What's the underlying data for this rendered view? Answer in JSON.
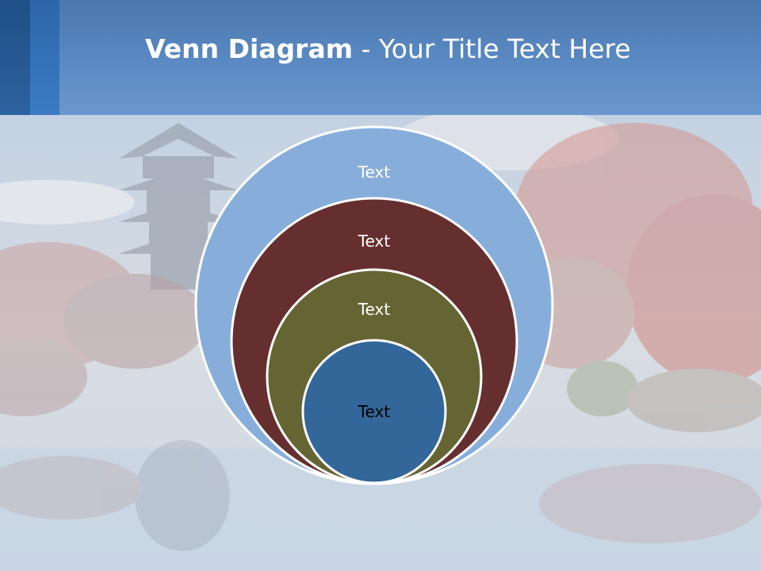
{
  "title": {
    "bold": "Venn Diagram",
    "rest": " - Your Title Text Here"
  },
  "rings": [
    {
      "label": "Text",
      "color": "#87aedb",
      "text_color": "#ffffff"
    },
    {
      "label": "Text",
      "color": "#662f2f",
      "text_color": "#ffffff"
    },
    {
      "label": "Text",
      "color": "#656534",
      "text_color": "#ffffff"
    },
    {
      "label": "Text",
      "color": "#336699",
      "text_color": "#000000"
    }
  ],
  "colors": {
    "header": "#5b8ac3",
    "header_stripe": "#2c62a0",
    "ring_border": "#ffffff"
  }
}
